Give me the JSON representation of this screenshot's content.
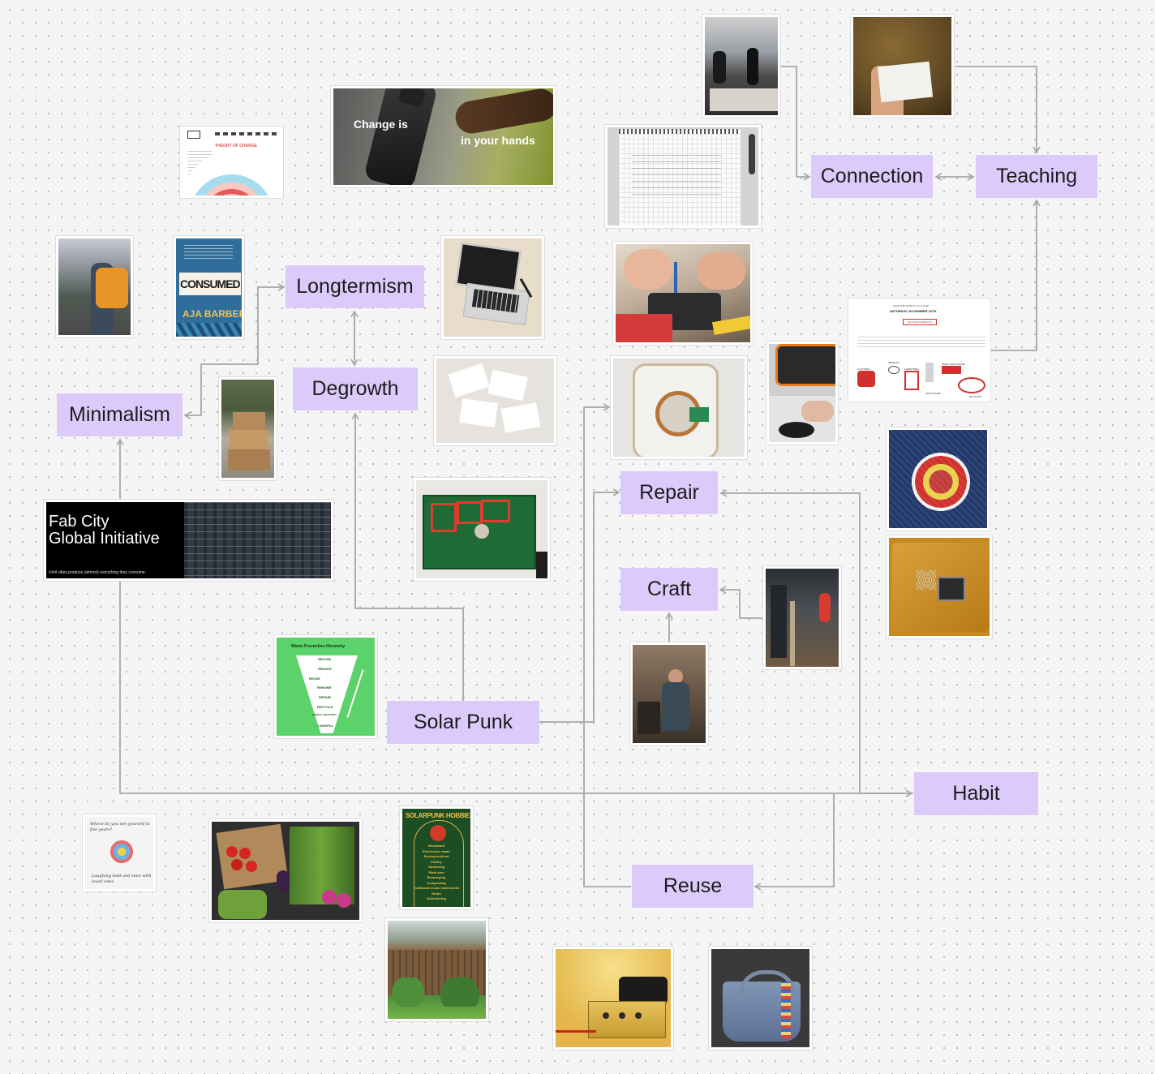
{
  "nodes": {
    "connection": "Connection",
    "teaching": "Teaching",
    "longtermism": "Longtermism",
    "degrowth": "Degrowth",
    "minimalism": "Minimalism",
    "repair": "Repair",
    "craft": "Craft",
    "solar_punk": "Solar Punk",
    "habit": "Habit",
    "reuse": "Reuse"
  },
  "cards": {
    "phone_ad": {
      "line1": "Change is",
      "line2": "in your hands"
    },
    "book": {
      "title": "CONSUMED",
      "author": "AJA BARBER"
    },
    "theory": {
      "heading": "THEORY OF CHANGE"
    },
    "fab_city": {
      "title_line1": "Fab City",
      "title_line2": "Global Initiative",
      "tagline": "Until cities produce (almost) everything they consume."
    },
    "waste_hierarchy": {
      "title": "Waste Prevention Hierarchy",
      "levels": [
        "REFUSE",
        "REDUCE",
        "REUSE",
        "REHOME",
        "REPAIR",
        "RECYCLE",
        "ENERGY RECOVERY",
        "LANDFILL"
      ]
    },
    "solarpunk_hobbies": {
      "title": "SOLARPUNK HOBBIES",
      "items": [
        "Woodwork",
        "Electronics repair",
        "Sewing textil art",
        "Pottery",
        "Gardening",
        "Plant care",
        "Beekeeping",
        "Composting",
        "Traditional music instruments",
        "Herbs",
        "Volunteering"
      ]
    },
    "event_flyer": {
      "kicker": "SAVE THE DATE for our next fair:",
      "date": "SATURDAY, NOVEMBER 16TH",
      "button": "GET ENGAGEMENTS",
      "labels": [
        "CLOTHING",
        "JEWELRY",
        "FURNITURE",
        "SMALL APPLIANCES",
        "APPLIANCES",
        "BICYCLES"
      ]
    },
    "drawing": {
      "question": "Where do you see yourself in five years?",
      "answer": "Laughing bold and seen with loved ones."
    }
  },
  "colors": {
    "canvas": "#f5f5f5",
    "node_fill": "#dccbfa",
    "connector": "#a6a6a6",
    "waste_green": "#5cd26a",
    "hobbies_green": "#1d4d23"
  }
}
